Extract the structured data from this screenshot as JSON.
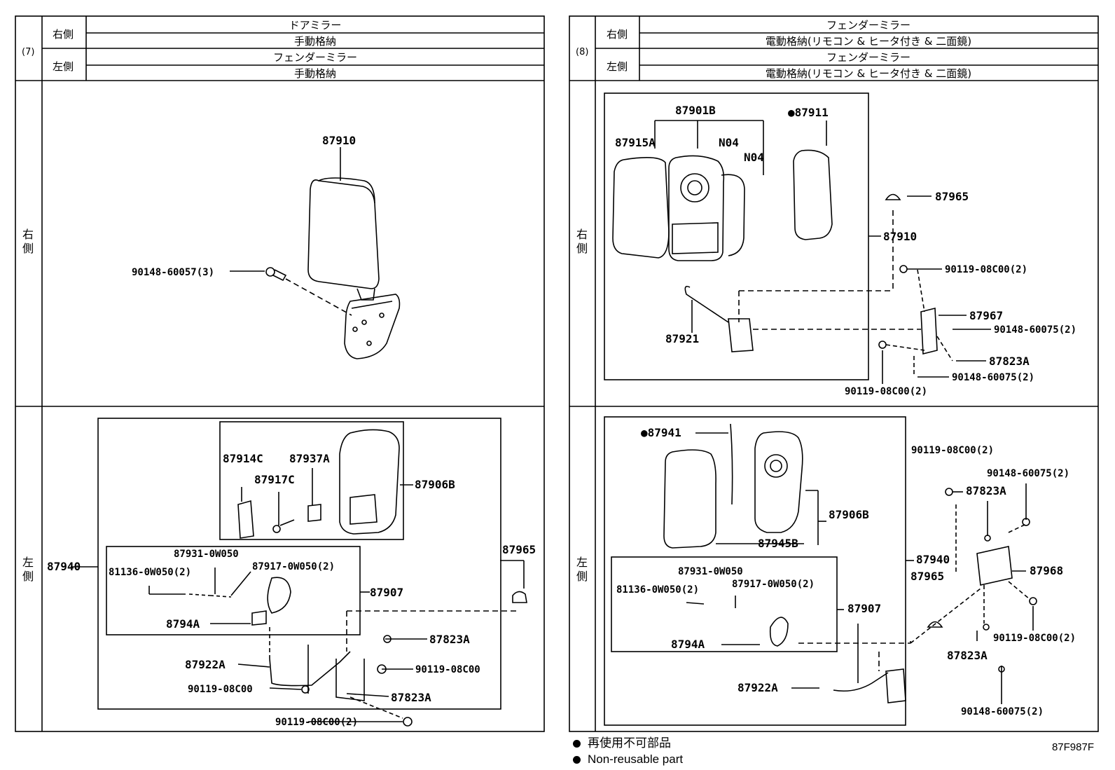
{
  "panel7": {
    "num": "(7)",
    "right_label": "右側",
    "left_label": "左側",
    "right_type": "ドアミラー",
    "right_sub": "手動格納",
    "left_type": "フェンダーミラー",
    "left_sub": "手動格納",
    "side_right": [
      "右",
      "側"
    ],
    "side_left": [
      "左",
      "側"
    ],
    "upper_parts": {
      "mirror": "87910",
      "screw": "90148-60057(3)"
    },
    "lower_parts": {
      "assy": "87940",
      "p1": "87914C",
      "p2": "87937A",
      "p3": "87917C",
      "p4": "87906B",
      "p5": "87931-0W050",
      "p6": "81136-0W050(2)",
      "p7": "87917-0W050(2)",
      "p8": "87907",
      "p9": "8794A",
      "p10": "87965",
      "p11": "87823A",
      "p12": "87922A",
      "p13": "90119-08C00",
      "p14": "90119-08C00",
      "p15": "87823A",
      "p16": "90119-08C00(2)"
    }
  },
  "panel8": {
    "num": "(8)",
    "right_label": "右側",
    "left_label": "左側",
    "right_type": "フェンダーミラー",
    "right_sub": "電動格納(リモコン & ヒータ付き & 二面鏡)",
    "left_type": "フェンダーミラー",
    "left_sub": "電動格納(リモコン & ヒータ付き & 二面鏡)",
    "side_right": [
      "右",
      "側"
    ],
    "side_left": [
      "左",
      "側"
    ],
    "upper_parts": {
      "p1": "87901B",
      "p2": "●87911",
      "p3": "87915A",
      "p4": "N04",
      "p5": "N04",
      "p6": "87965",
      "p7": "87910",
      "p8": "90119-08C00(2)",
      "p9": "87967",
      "p10": "90148-60075(2)",
      "p11": "87921",
      "p12": "87823A",
      "p13": "90148-60075(2)",
      "p14": "90119-08C00(2)"
    },
    "lower_parts": {
      "p1": "●87941",
      "p2": "90119-08C00(2)",
      "p3": "90148-60075(2)",
      "p4": "87823A",
      "p5": "87906B",
      "p6": "87945B",
      "p7": "87940",
      "p8": "87965",
      "p9": "87968",
      "p10": "87931-0W050",
      "p11": "81136-0W050(2)",
      "p12": "87917-0W050(2)",
      "p13": "87907",
      "p14": "8794A",
      "p15": "90119-08C00(2)",
      "p16": "87823A",
      "p17": "87922A",
      "p18": "90148-60075(2)"
    }
  },
  "legend": {
    "ja": "再使用不可部品",
    "en": "Non-reusable part"
  },
  "figure_code": "87F987F"
}
